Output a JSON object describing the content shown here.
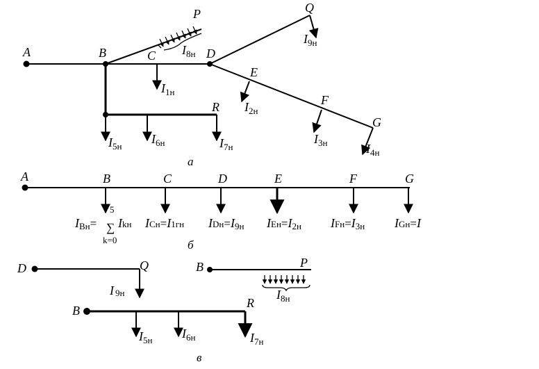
{
  "fig_a": {
    "nodes": {
      "A": "A",
      "B": "B",
      "C": "C",
      "D": "D",
      "E": "E",
      "F": "F",
      "G": "G",
      "P": "P",
      "Q": "Q",
      "R": "R"
    },
    "loads": {
      "i1": {
        "main": "I",
        "sub": "1н"
      },
      "i2": {
        "main": "I",
        "sub": "2н"
      },
      "i3": {
        "main": "I",
        "sub": "3н"
      },
      "i4": {
        "main": "I",
        "sub": "4н"
      },
      "i5": {
        "main": "I",
        "sub": "5н"
      },
      "i6": {
        "main": "I",
        "sub": "6н"
      },
      "i7": {
        "main": "I",
        "sub": "7н"
      },
      "i8": {
        "main": "I",
        "sub": "8н"
      },
      "i9": {
        "main": "I",
        "sub": "9н"
      }
    },
    "caption": "а"
  },
  "fig_b": {
    "nodes": {
      "A": "A",
      "B": "B",
      "C": "C",
      "D": "D",
      "E": "E",
      "F": "F",
      "G": "G"
    },
    "eqB": {
      "lhs": "I",
      "lhs_sub": "Вн",
      "sum_top": "5",
      "sum_bottom": "k=0",
      "rhs": "I",
      "rhs_sub": "kн"
    },
    "eqC": {
      "lhs": "I",
      "lhs_sub": "Cн",
      "rhs": "I",
      "rhs_sub": "1гн"
    },
    "eqD": {
      "lhs": "I",
      "lhs_sub": "Dн",
      "rhs": "I",
      "rhs_sub": "9н"
    },
    "eqE": {
      "lhs": "I",
      "lhs_sub": "Ен",
      "rhs": "I",
      "rhs_sub": "2н"
    },
    "eqF": {
      "lhs": "I",
      "lhs_sub": "Fн",
      "rhs": "I",
      "rhs_sub": "3н"
    },
    "eqG": {
      "lhs": "I",
      "lhs_sub": "Gн",
      "rhs": "I",
      "rhs_sub": ""
    },
    "equals": "=",
    "caption": "б"
  },
  "fig_c": {
    "nodes": {
      "D": "D",
      "Q": "Q",
      "B1": "B",
      "P": "P",
      "B2": "B",
      "R": "R"
    },
    "loads": {
      "i9": {
        "main": "I",
        "sub": "9н"
      },
      "i8": {
        "main": "I",
        "sub": "8н"
      },
      "i5": {
        "main": "I",
        "sub": "5н"
      },
      "i6": {
        "main": "I",
        "sub": "6н"
      },
      "i7": {
        "main": "I",
        "sub": "7н"
      }
    },
    "caption": "в"
  }
}
